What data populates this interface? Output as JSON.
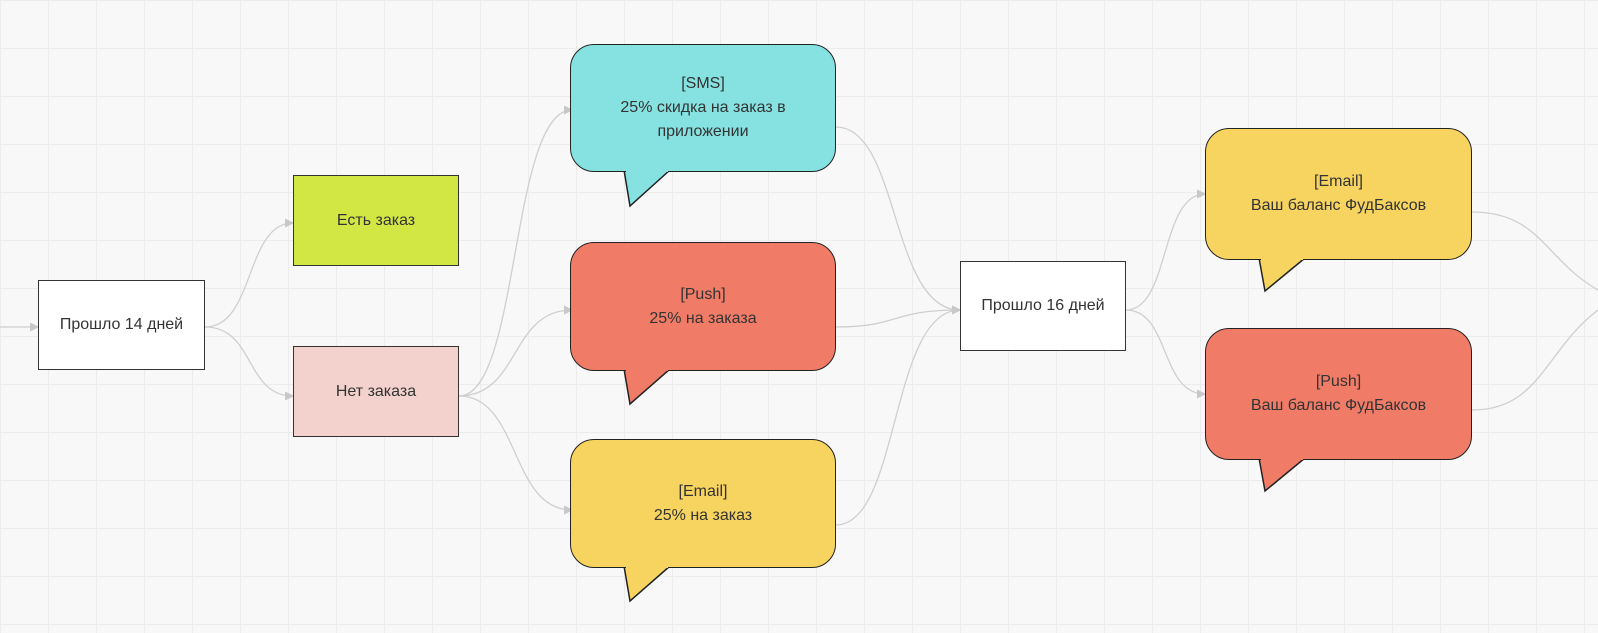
{
  "colors": {
    "canvas": "#f8f8f8",
    "grid": "#ececec",
    "connector": "#cfcfcf",
    "white_box": "#ffffff",
    "lime_box": "#d3e744",
    "pink_box": "#f3d2cd",
    "sms_bubble": "#86e2e0",
    "push_bubble": "#f07c68",
    "email_bubble": "#f6d45f"
  },
  "nodes": {
    "start": {
      "label": "Прошло 14 дней"
    },
    "has_order": {
      "label": "Есть заказ"
    },
    "no_order": {
      "label": "Нет заказа"
    },
    "day16": {
      "label": "Прошло 16 дней"
    }
  },
  "messages": {
    "sms": {
      "channel": "[SMS]",
      "text": "25% скидка на заказ в приложении"
    },
    "push": {
      "channel": "[Push]",
      "text": "25% на заказа"
    },
    "email": {
      "channel": "[Email]",
      "text": "25% на заказ"
    },
    "email_balance": {
      "channel": "[Email]",
      "text": "Ваш баланс ФудБаксов"
    },
    "push_balance": {
      "channel": "[Push]",
      "text": "Ваш баланс ФудБаксов"
    }
  }
}
